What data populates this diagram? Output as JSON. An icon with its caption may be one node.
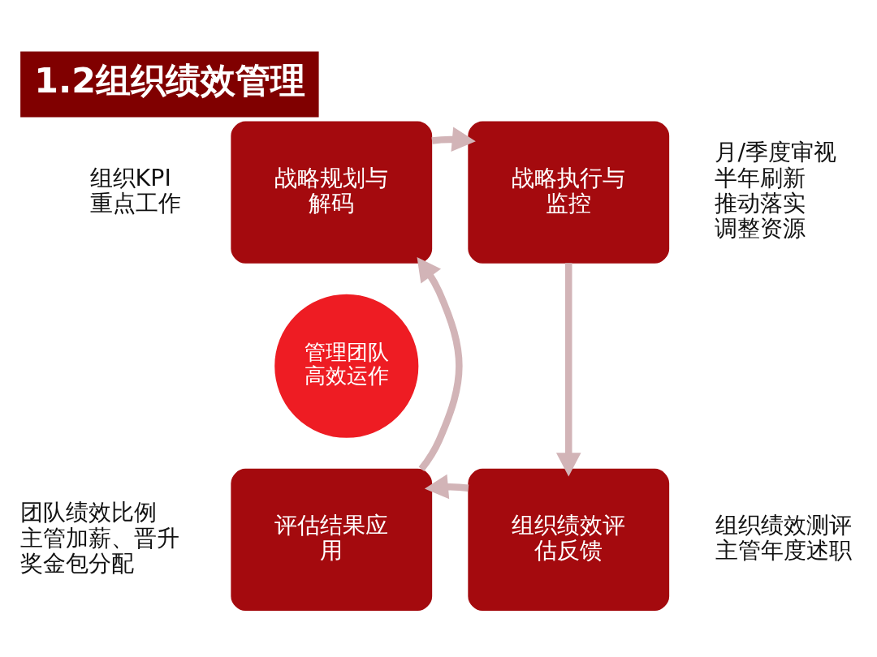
{
  "diagram": {
    "title": "1.2组织绩效管理",
    "nodes": [
      {
        "text": [
          "战略规划与解码"
        ],
        "beside": [
          "组织KPI",
          "重点工作"
        ]
      },
      {
        "text": [
          "战略执行与监控"
        ],
        "beside": [
          "月/季度审视",
          "半年刷新",
          "推动落实",
          "调整资源"
        ]
      },
      {
        "text": [
          "管理团队高效运作"
        ]
      },
      {
        "text": [
          "评估结果应用"
        ],
        "beside": [
          "团队绩效比例",
          "主管加薪、晋升",
          "奖金包分配"
        ]
      },
      {
        "text": [
          "组织绩效评估反馈"
        ],
        "beside": [
          "组织绩效测评",
          "主管年度述职"
        ]
      }
    ],
    "edges": [
      {
        "from": 0,
        "to": 1,
        "arrow": "to"
      },
      {
        "from": 1,
        "to": 4,
        "arrow": "to"
      },
      {
        "from": 4,
        "to": 3,
        "arrow": "to"
      },
      {
        "from": 3,
        "to": 0,
        "arrow": "to"
      }
    ]
  }
}
